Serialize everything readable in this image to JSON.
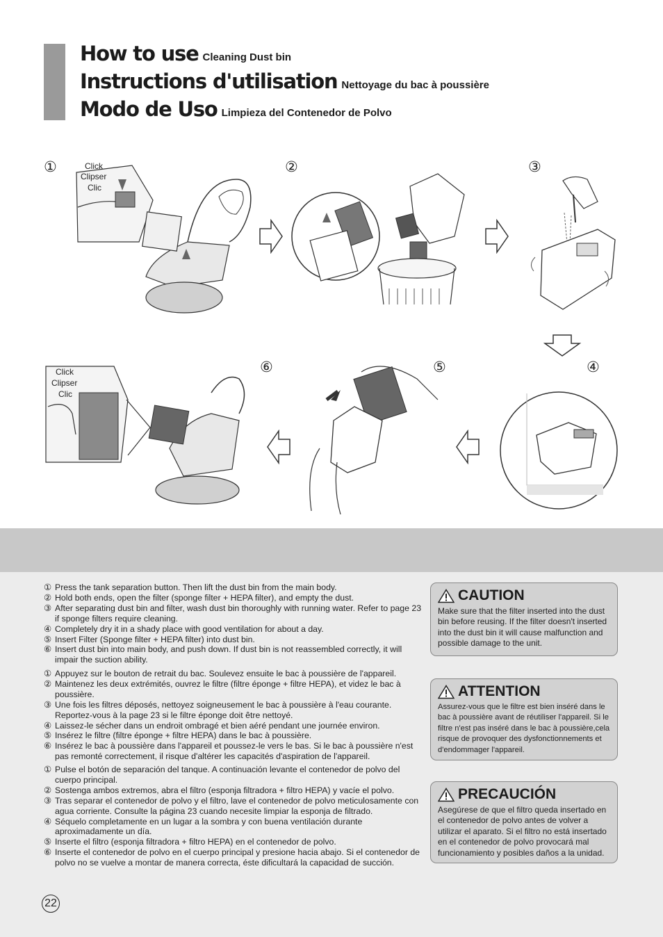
{
  "header": {
    "line1_main": "How to use",
    "line1_sub": "Cleaning Dust bin",
    "line2_main": "Instructions d'utilisation",
    "line2_sub": "Nettoyage du bac à poussière",
    "line3_main": "Modo de Uso",
    "line3_sub": "Limpieza del Contenedor de Polvo"
  },
  "figure": {
    "step_markers": [
      "①",
      "②",
      "③",
      "④",
      "⑤",
      "⑥"
    ],
    "click_label": [
      "Click",
      "Clipser",
      "Clic"
    ]
  },
  "steps_en": [
    {
      "n": "①",
      "t": "Press the tank separation button. Then lift the dust bin from the main body."
    },
    {
      "n": "②",
      "t": "Hold both ends, open the filter (sponge filter + HEPA filter), and empty the dust."
    },
    {
      "n": "③",
      "t": "After separating dust bin and filter, wash dust bin thoroughly with running water. Refer to page 23 if sponge filters require cleaning."
    },
    {
      "n": "④",
      "t": "Completely dry it in a shady place with good ventilation for about a day."
    },
    {
      "n": "⑤",
      "t": "Insert Filter (Sponge filter + HEPA filter) into dust bin."
    },
    {
      "n": "⑥",
      "t": "Insert dust bin into main body, and push down. If dust bin is not reassembled correctly, it will impair the suction ability."
    }
  ],
  "steps_fr": [
    {
      "n": "①",
      "t": "Appuyez sur le bouton de retrait du bac. Soulevez ensuite le bac à poussière de l'appareil."
    },
    {
      "n": "②",
      "t": "Maintenez les deux extrémités, ouvrez le filtre (filtre éponge + filtre HEPA), et videz le bac à poussière."
    },
    {
      "n": "③",
      "t": "Une fois les filtres déposés, nettoyez soigneusement le bac à poussière à l'eau courante. Reportez-vous à la page 23 si le filtre éponge doit être nettoyé."
    },
    {
      "n": "④",
      "t": "Laissez-le sécher dans un endroit ombragé et bien aéré pendant une journée environ."
    },
    {
      "n": "⑤",
      "t": "Insérez le filtre (filtre éponge + filtre HEPA) dans le bac à poussière."
    },
    {
      "n": "⑥",
      "t": "Insérez le bac à poussière dans l'appareil et poussez-le vers le bas. Si le bac à poussière n'est pas remonté correctement, il risque d'altérer les capacités d'aspiration de l'appareil."
    }
  ],
  "steps_es": [
    {
      "n": "①",
      "t": "Pulse el botón de separación del tanque. A continuación levante el contenedor de polvo del cuerpo principal."
    },
    {
      "n": "②",
      "t": "Sostenga ambos extremos, abra el filtro (esponja filtradora + filtro HEPA) y vacíe el polvo."
    },
    {
      "n": "③",
      "t": "Tras separar el contenedor de polvo y el filtro, lave el contenedor de polvo meticulosamente con agua corriente. Consulte la página 23 cuando necesite limpiar la esponja de filtrado."
    },
    {
      "n": "④",
      "t": "Séquelo completamente en un lugar a la sombra y con buena ventilación durante aproximadamente un día."
    },
    {
      "n": "⑤",
      "t": "Inserte el filtro (esponja filtradora + filtro HEPA) en el contenedor de polvo."
    },
    {
      "n": "⑥",
      "t": "Inserte el contenedor de polvo en el cuerpo principal y presione hacia abajo. Si el contenedor de polvo no se vuelve a montar de manera correcta, éste dificultará la capacidad de succión."
    }
  ],
  "caution": {
    "title": "CAUTION",
    "text": "Make sure that the filter inserted into the dust bin before reusing. If the filter doesn't inserted into the dust bin it will cause malfunction and possible damage to the unit."
  },
  "attention": {
    "title": "ATTENTION",
    "text": "Assurez-vous que le filtre est bien inséré dans le bac à poussière avant de réutiliser l'appareil. Si le filtre n'est pas inséré dans le bac à poussière,cela risque de provoquer des dysfonctionnements et d'endommager l'appareil."
  },
  "precaucion": {
    "title": "PRECAUCIÓN",
    "text": "Asegúrese de que el filtro queda insertado en el contenedor de polvo antes de volver a utilizar el aparato. Si el filtro no está insertado en el contenedor de polvo provocará mal funcionamiento y posibles daños a la unidad."
  },
  "page_number": "22",
  "colors": {
    "header_bar": "#9a9a9a",
    "band": "#c8c8c8",
    "lower_bg": "#ececec",
    "box_bg": "#d2d2d2"
  }
}
